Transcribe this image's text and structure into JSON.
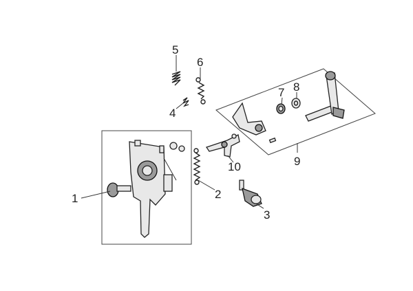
{
  "diagram": {
    "type": "exploded-parts-diagram",
    "colors": {
      "line": "#222222",
      "part_fill": "#e8e8e8",
      "part_shade": "#9a9a9a",
      "background": "#ffffff"
    },
    "callouts": [
      {
        "id": "1",
        "label": "1"
      },
      {
        "id": "2",
        "label": "2"
      },
      {
        "id": "3",
        "label": "3"
      },
      {
        "id": "4",
        "label": "4"
      },
      {
        "id": "5",
        "label": "5"
      },
      {
        "id": "6",
        "label": "6"
      },
      {
        "id": "7",
        "label": "7"
      },
      {
        "id": "8",
        "label": "8"
      },
      {
        "id": "9",
        "label": "9"
      },
      {
        "id": "10",
        "label": "10"
      }
    ]
  }
}
